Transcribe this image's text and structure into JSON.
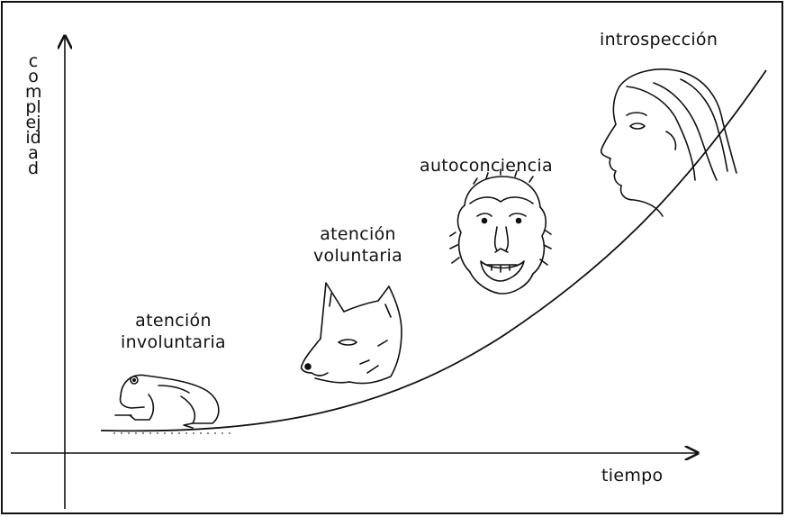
{
  "axes": {
    "y_label": "complejidad",
    "x_label": "tiempo"
  },
  "stages": [
    {
      "line1": "atención",
      "line2": "involuntaria",
      "animal": "frog-icon"
    },
    {
      "line1": "atención",
      "line2": "voluntaria",
      "animal": "wolf-icon"
    },
    {
      "line1": "autoconciencia",
      "line2": "",
      "animal": "chimpanzee-icon"
    },
    {
      "line1": "introspección",
      "line2": "",
      "animal": "human-head-icon"
    }
  ]
}
